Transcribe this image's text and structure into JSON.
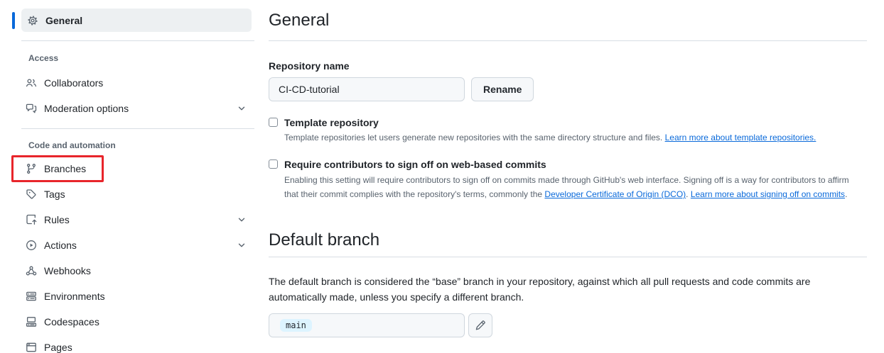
{
  "colors": {
    "accent_blue": "#0969da",
    "link_blue": "#0969da",
    "annotation_red": "#e8252b",
    "sidebar_selected_bg": "#eff1f3",
    "border_gray": "#d0d7de",
    "muted_text": "#59636e",
    "branch_badge_bg": "#ddf4ff"
  },
  "sidebar": {
    "selected": {
      "label": "General",
      "icon": "gear-icon"
    },
    "sections": [
      {
        "title": "Access",
        "items": [
          {
            "label": "Collaborators",
            "icon": "people-icon",
            "has_chevron": false
          },
          {
            "label": "Moderation options",
            "icon": "comment-discussion-icon",
            "has_chevron": true
          }
        ]
      },
      {
        "title": "Code and automation",
        "items": [
          {
            "label": "Branches",
            "icon": "git-branch-icon",
            "has_chevron": false,
            "highlighted": true
          },
          {
            "label": "Tags",
            "icon": "tag-icon",
            "has_chevron": false
          },
          {
            "label": "Rules",
            "icon": "repo-push-icon",
            "has_chevron": true
          },
          {
            "label": "Actions",
            "icon": "play-icon",
            "has_chevron": true
          },
          {
            "label": "Webhooks",
            "icon": "webhook-icon",
            "has_chevron": false
          },
          {
            "label": "Environments",
            "icon": "server-icon",
            "has_chevron": false
          },
          {
            "label": "Codespaces",
            "icon": "codespaces-icon",
            "has_chevron": false
          },
          {
            "label": "Pages",
            "icon": "browser-icon",
            "has_chevron": false
          }
        ]
      }
    ]
  },
  "main": {
    "general": {
      "title": "General",
      "repo_name_label": "Repository name",
      "repo_name_value": "CI-CD-tutorial",
      "rename_button": "Rename",
      "template_checkbox": {
        "label": "Template repository",
        "checked": false,
        "desc_text": "Template repositories let users generate new repositories with the same directory structure and files. ",
        "desc_link": "Learn more about template repositories."
      },
      "signoff_checkbox": {
        "label": "Require contributors to sign off on web-based commits",
        "checked": false,
        "desc_part1": "Enabling this setting will require contributors to sign off on commits made through GitHub's web interface. Signing off is a way for contributors to affirm that their commit complies with the repository's terms, commonly the ",
        "link_dco": "Developer Certificate of Origin (DCO)",
        "desc_part2": ". ",
        "link_learn": "Learn more about signing off on commits",
        "desc_part3": "."
      }
    },
    "default_branch": {
      "title": "Default branch",
      "description": "The default branch is considered the “base” branch in your repository, against which all pull requests and code commits are automatically made, unless you specify a different branch.",
      "branch_value": "main"
    }
  }
}
